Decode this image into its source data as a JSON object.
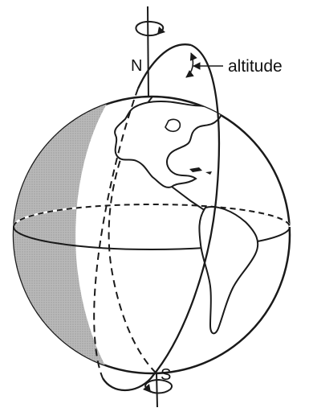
{
  "labels": {
    "north": "N",
    "south": "S",
    "altitude": "altitude"
  },
  "colors": {
    "line": "#1a1a1a",
    "shade": "#a8a8a8",
    "land": "#ffffff",
    "ocean": "#ffffff"
  }
}
